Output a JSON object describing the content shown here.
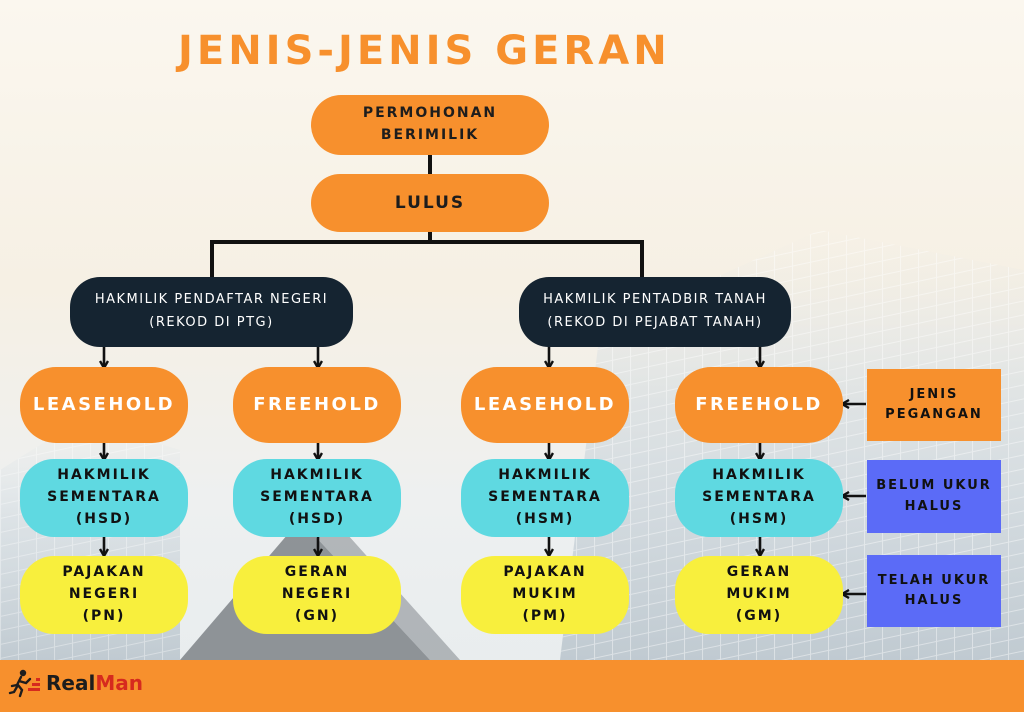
{
  "title": "JENIS-JENIS GERAN",
  "root": "PERMOHONAN\nBERIMILIK",
  "approved": "LULUS",
  "branches": [
    {
      "label": "HAKMILIK PENDAFTAR NEGERI\n(REKOD DI PTG)",
      "tenures": [
        {
          "tenure": "LEASEHOLD",
          "title": "HAKMILIK\nSEMENTARA\n(HSD)",
          "final": "PAJAKAN\nNEGERI\n(PN)"
        },
        {
          "tenure": "FREEHOLD",
          "title": "HAKMILIK\nSEMENTARA\n(HSD)",
          "final": "GERAN\nNEGERI\n(GN)"
        }
      ]
    },
    {
      "label": "HAKMILIK PENTADBIR TANAH\n(REKOD DI PEJABAT TANAH)",
      "tenures": [
        {
          "tenure": "LEASEHOLD",
          "title": "HAKMILIK\nSEMENTARA\n(HSM)",
          "final": "PAJAKAN\nMUKIM\n(PM)"
        },
        {
          "tenure": "FREEHOLD",
          "title": "HAKMILIK\nSEMENTARA\n(HSM)",
          "final": "GERAN\nMUKIM\n(GM)"
        }
      ]
    }
  ],
  "legend": [
    {
      "text": "JENIS\nPEGANGAN",
      "color": "#f7902d"
    },
    {
      "text": "BELUM UKUR\nHALUS",
      "color": "#5b6bf7"
    },
    {
      "text": "TELAH UKUR\nHALUS",
      "color": "#5b6bf7"
    }
  ],
  "brand": {
    "prefix": "Real",
    "suffix": "Man"
  },
  "colors": {
    "accent": "#f7902d",
    "navy": "#152431",
    "cyan": "#5fd9e1",
    "yellow": "#f8ef3d",
    "blue": "#5b6bf7"
  }
}
